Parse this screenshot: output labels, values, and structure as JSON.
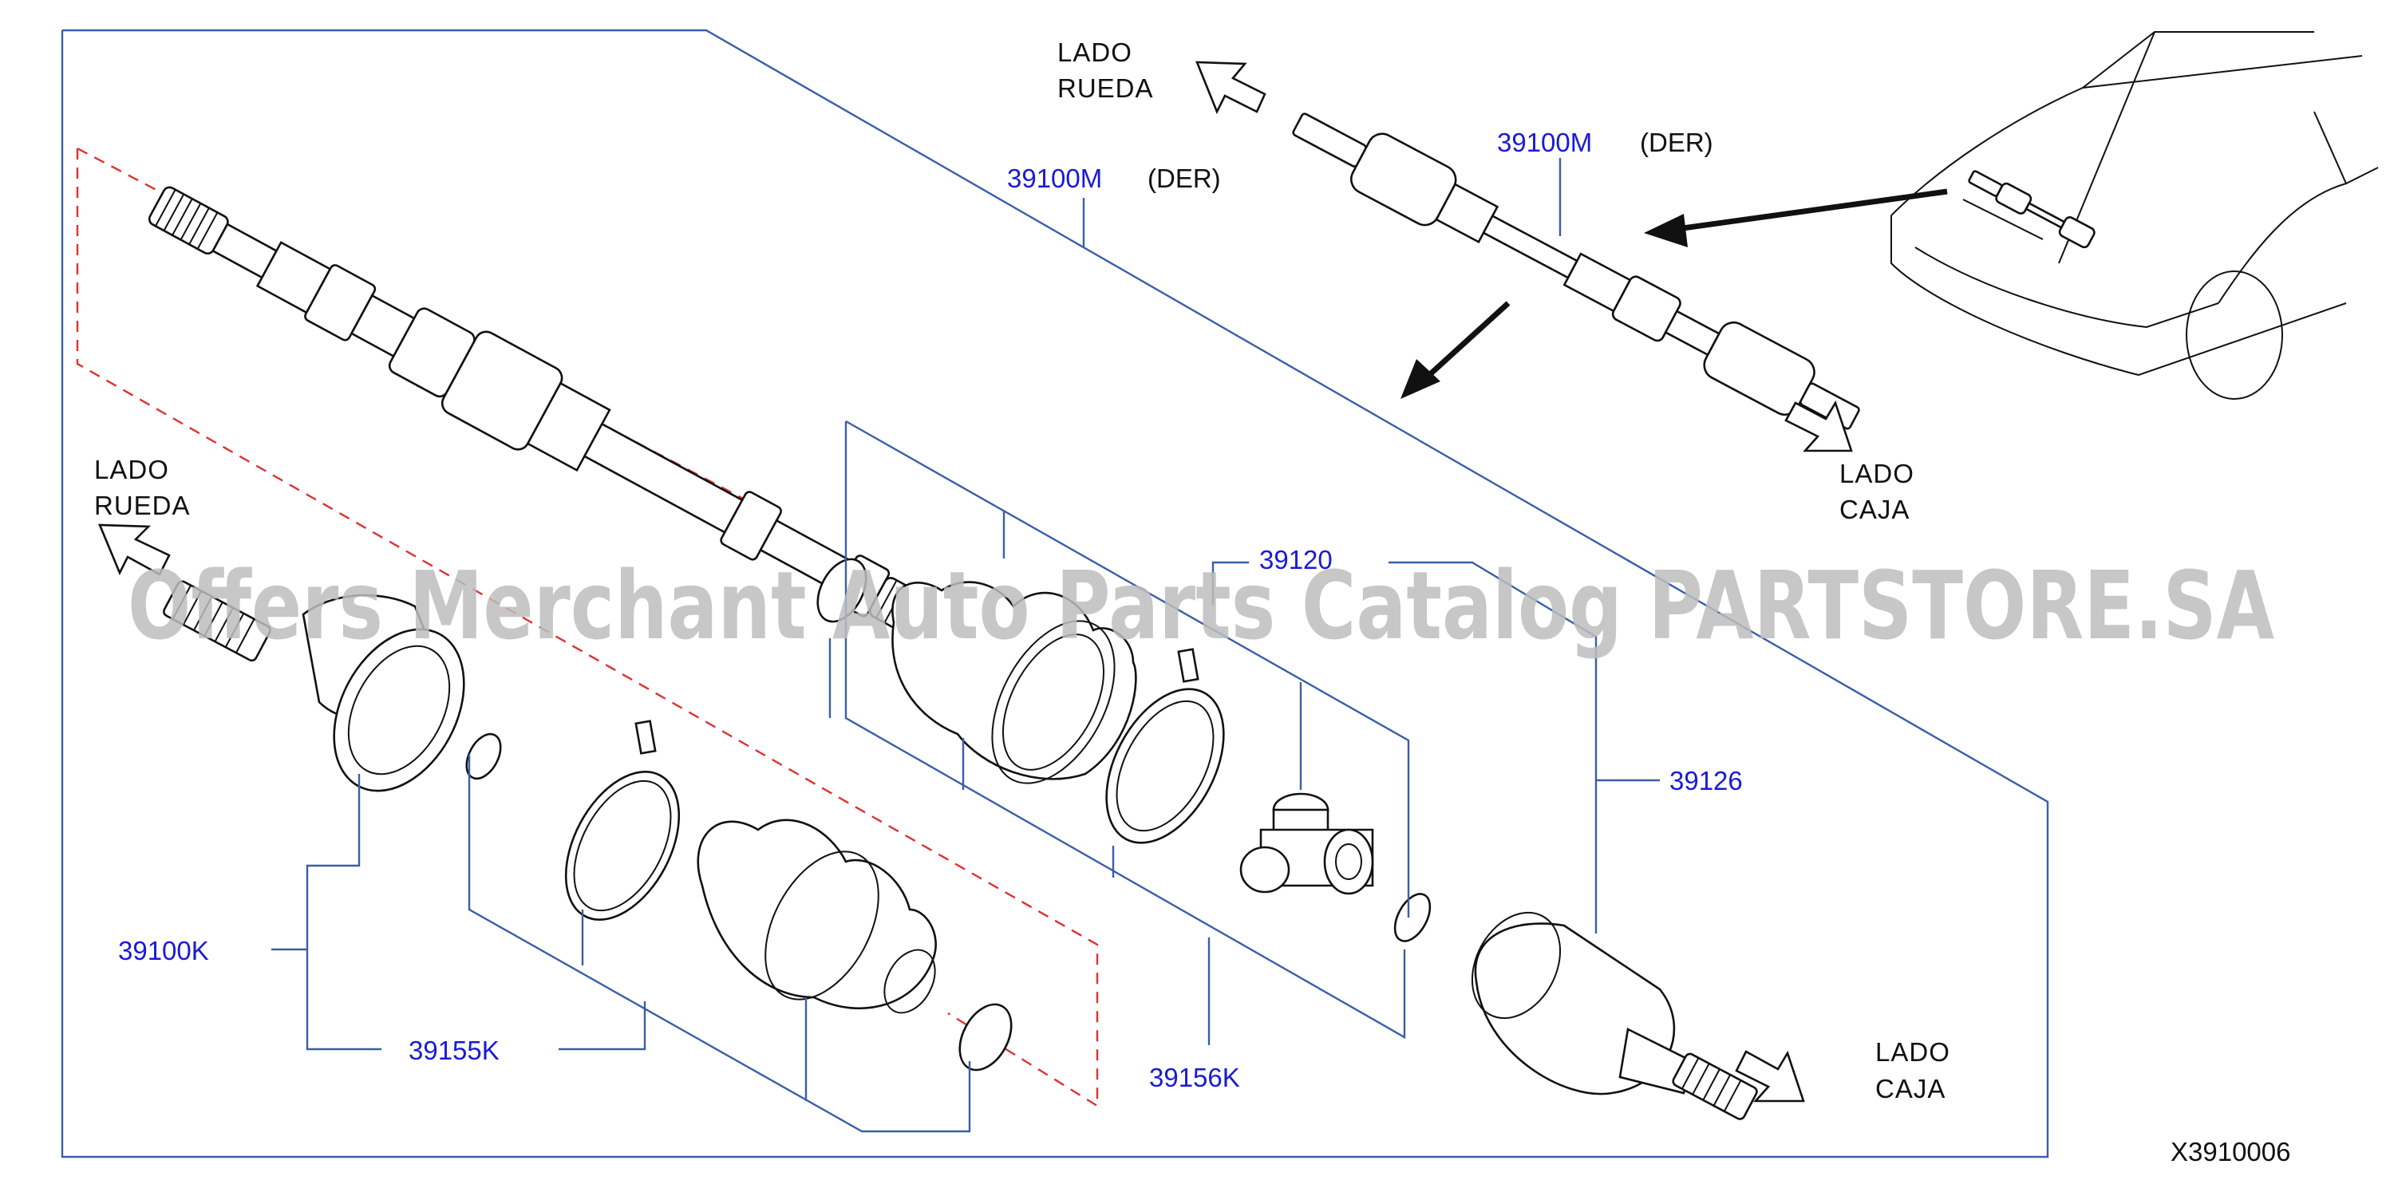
{
  "callouts": {
    "p39100M_top": "39100M",
    "der_top": "(DER)",
    "p39100M_main": "39100M",
    "der_main": "(DER)",
    "p39120": "39120",
    "p39126": "39126",
    "p39100K": "39100K",
    "p39155K": "39155K",
    "p39156K": "39156K"
  },
  "side_labels": {
    "top_wheel_line1": "LADO",
    "top_wheel_line2": "RUEDA",
    "top_box_line1": "LADO",
    "top_box_line2": "CAJA",
    "main_wheel_line1": "LADO",
    "main_wheel_line2": "RUEDA",
    "main_box_line1": "LADO",
    "main_box_line2": "CAJA"
  },
  "diagram_code": "X3910006",
  "watermark": "Offers Merchant Auto Parts Catalog PARTSTORE.SA",
  "colors": {
    "callout_text": "#1a1ad6",
    "leader_line": "#3a5ea8",
    "dashed_outline": "#e03030",
    "watermark": "#bdbdbd"
  }
}
